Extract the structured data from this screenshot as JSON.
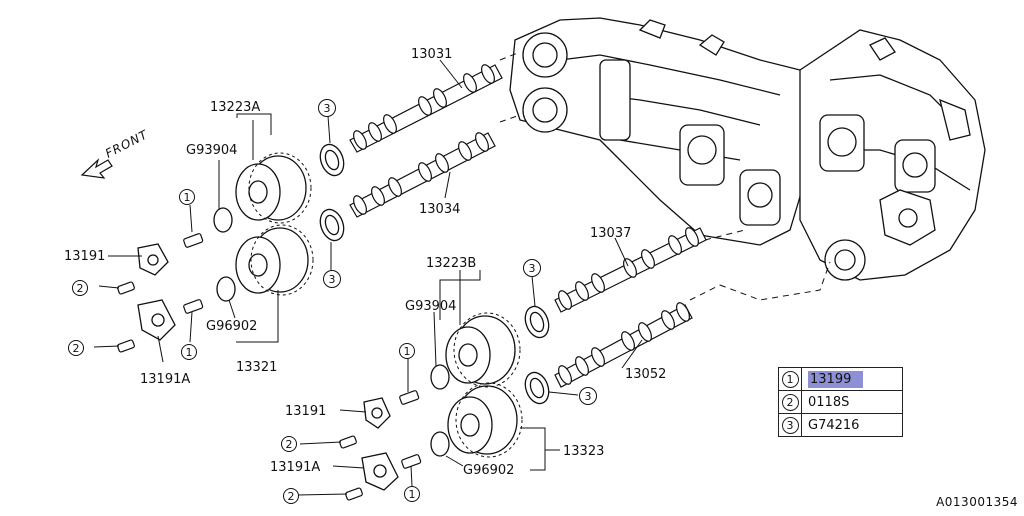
{
  "diagram": {
    "front_label": "FRONT",
    "document_id": "A013001354",
    "part_labels": {
      "p13031": "13031",
      "p13034": "13034",
      "p13037": "13037",
      "p13052": "13052",
      "p13223A": "13223A",
      "p13223B": "13223B",
      "pG93904a": "G93904",
      "pG93904b": "G93904",
      "pG96902a": "G96902",
      "pG96902b": "G96902",
      "p13191a": "13191",
      "p13191b": "13191",
      "p13191Aa": "13191A",
      "p13191Ab": "13191A",
      "p13321": "13321",
      "p13323": "13323"
    },
    "callouts": {
      "one": "1",
      "two": "2",
      "three": "3"
    },
    "legend": [
      {
        "num": "1",
        "code": "13199",
        "highlighted": true
      },
      {
        "num": "2",
        "code": "0118S",
        "highlighted": false
      },
      {
        "num": "3",
        "code": "G74216",
        "highlighted": false
      }
    ],
    "highlight_color": "#8e90d6"
  }
}
